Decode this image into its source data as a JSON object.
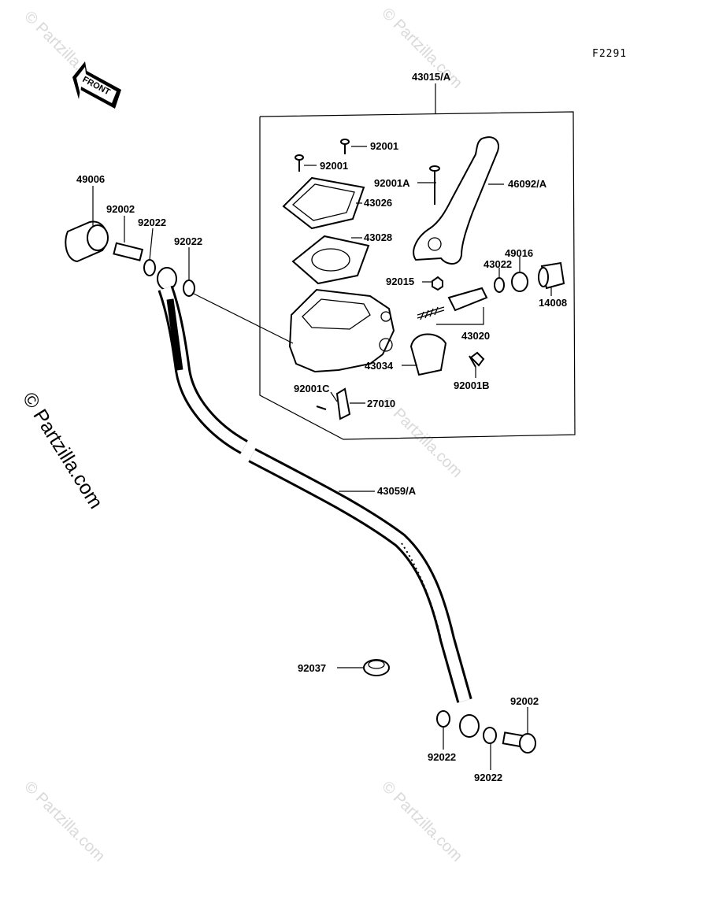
{
  "figure_code": "F2291",
  "front_arrow_label": "FRONT",
  "watermark_side": "© Partzilla.com",
  "watermark_corner": "© Partzilla.com",
  "labels": {
    "p43015A": "43015/A",
    "p92001_top": "92001",
    "p92001_mid": "92001",
    "p92001A": "92001A",
    "p46092A": "46092/A",
    "p43026": "43026",
    "p43028": "43028",
    "p92015": "92015",
    "p43022": "43022",
    "p49016": "49016",
    "p14008": "14008",
    "p43020": "43020",
    "p43034": "43034",
    "p92001B": "92001B",
    "p92001C": "92001C",
    "p27010": "27010",
    "p49006": "49006",
    "p92002_top": "92002",
    "p92022_a": "92022",
    "p92022_b": "92022",
    "p43059A": "43059/A",
    "p92037": "92037",
    "p92002_bottom": "92002",
    "p92022_c": "92022",
    "p92022_d": "92022"
  }
}
